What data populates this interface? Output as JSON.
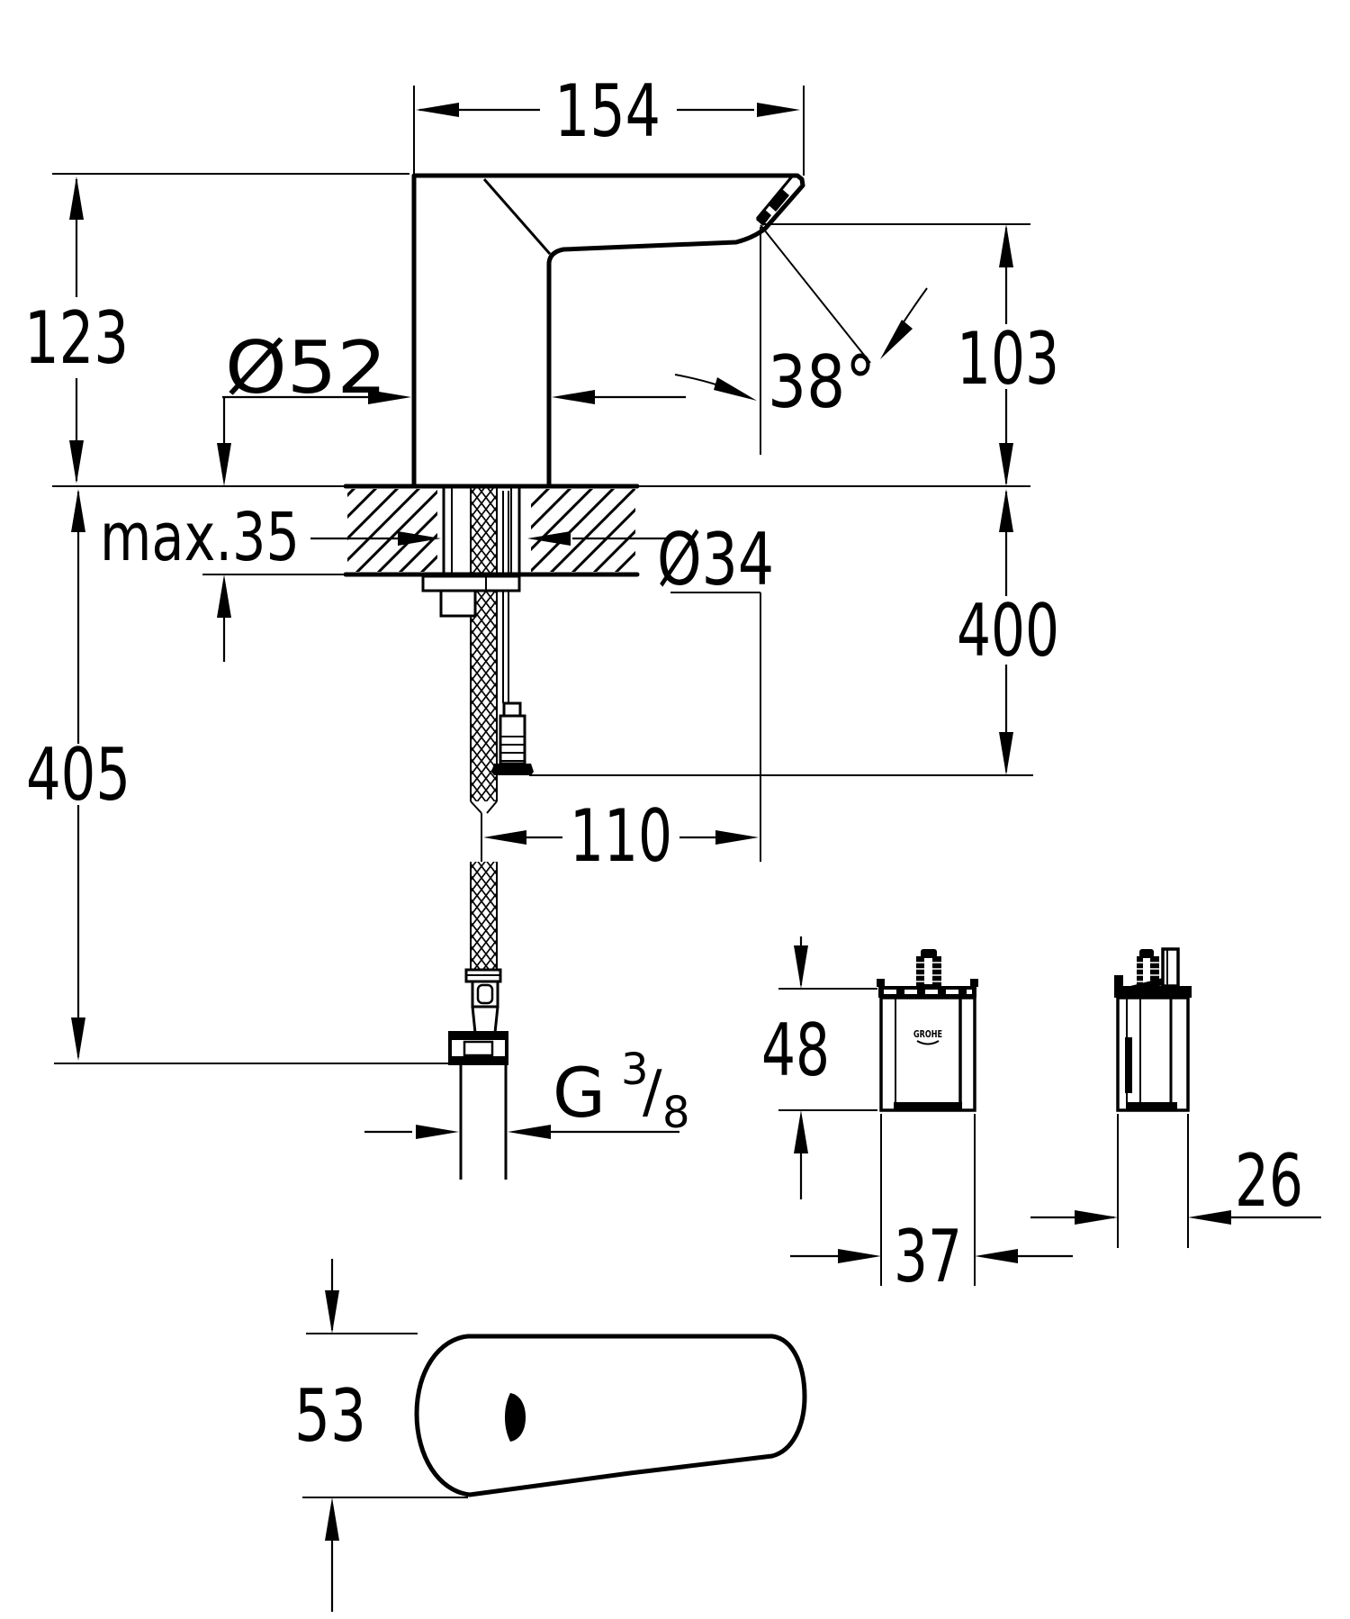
{
  "colors": {
    "ink": "#000000",
    "paper": "#ffffff"
  },
  "labels": {
    "spout_reach": "154",
    "overall_height": "123",
    "base_diameter": "Ø52",
    "spout_angle": "38°",
    "outlet_height": "103",
    "deck_thickness": "max.35",
    "hole_diameter": "Ø34",
    "cable_drop": "400",
    "hose_drop": "405",
    "outlet_offset": "110",
    "thread_g": "G",
    "thread_num": "3",
    "thread_slash": "/",
    "thread_den": "8",
    "box_height": "48",
    "box_width": "37",
    "box_depth": "26",
    "spout_body_width": "53",
    "brand": "GROHE"
  }
}
